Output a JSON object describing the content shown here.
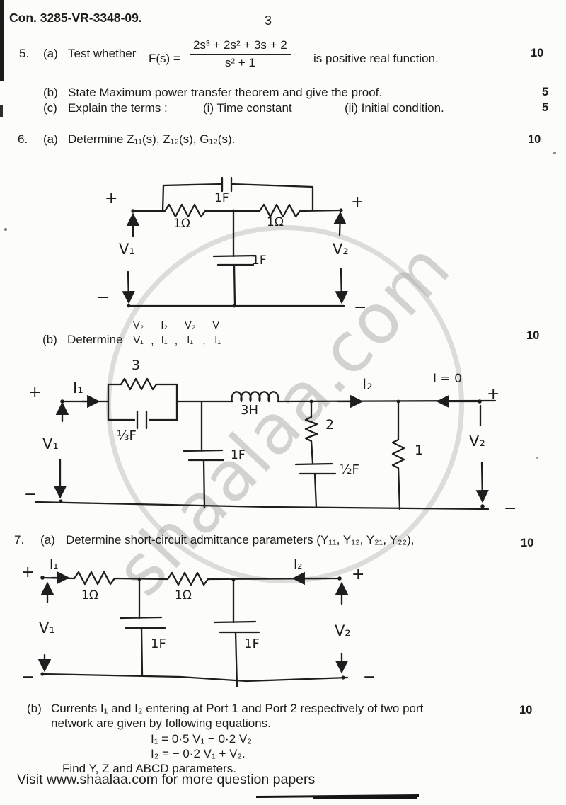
{
  "page": {
    "code": "Con. 3285-VR-3348-09.",
    "page_number": "3",
    "footer": "Visit www.shaalaa.com for more question papers",
    "watermark": "shaalaa.com"
  },
  "q5": {
    "number": "5.",
    "a": {
      "label": "(a)",
      "lead": "Test whether",
      "func": "F(s)  =",
      "num": "2s³ + 2s² + 3s + 2",
      "den": "s² + 1",
      "tail": "is positive real function.",
      "marks": "10"
    },
    "b": {
      "label": "(b)",
      "text": "State Maximum power transfer theorem and give the proof.",
      "marks": "5"
    },
    "c": {
      "label": "(c)",
      "text": "Explain the terms :",
      "item_i": "(i)  Time constant",
      "item_ii": "(ii)  Initial condition.",
      "marks": "5"
    }
  },
  "q6": {
    "number": "6.",
    "a": {
      "label": "(a)",
      "text": "Determine Z₁₁(s),  Z₁₂(s), G₁₂(s).",
      "marks": "10"
    },
    "b": {
      "label": "(b)",
      "text": "Determine",
      "comma": ",",
      "fractions": [
        {
          "num": "V₂",
          "den": "V₁"
        },
        {
          "num": "I₂",
          "den": "I₁"
        },
        {
          "num": "V₂",
          "den": "I₁"
        },
        {
          "num": "V₁",
          "den": "I₁"
        }
      ],
      "marks": "10"
    }
  },
  "q7": {
    "number": "7.",
    "a": {
      "label": "(a)",
      "text": "Determine short-circuit admittance parameters (Y₁₁, Y₁₂,  Y₂₁,  Y₂₂),",
      "marks": "10"
    },
    "b": {
      "label": "(b)",
      "line1": "Currents I₁ and I₂ entering at Port 1 and Port 2 respectively of two port",
      "line2": "network are given by following equations.",
      "eq1": "I₁ = 0·5 V₁ − 0·2 V₂",
      "eq2": "I₂ = − 0·2 V₁ + V₂.",
      "line3": "Find Y, Z and ABCD parameters.",
      "marks": "10"
    }
  },
  "circuit1": {
    "plus_left": "+",
    "minus_left": "−",
    "plus_right": "+",
    "minus_right": "−",
    "v1": "V₁",
    "v2": "V₂",
    "r_left": "1Ω",
    "r_right": "1Ω",
    "cap_bridge": "1F",
    "cap_shunt": "1F"
  },
  "circuit2": {
    "plus_left": "+",
    "minus_left": "−",
    "plus_right": "+",
    "minus_right": "−",
    "v1": "V₁",
    "v2": "V₂",
    "i1": "I₁",
    "i2": "I₂",
    "i_zero": "I = 0",
    "r_parallel": "3",
    "cap_parallel": "⅓F",
    "inductor": "3H",
    "cap_shunt": "1F",
    "r_series": "2",
    "cap_series": "½F",
    "r_shunt": "1"
  },
  "circuit3": {
    "plus_left": "+",
    "minus_left": "−",
    "plus_right": "+",
    "minus_right": "−",
    "v1": "V₁",
    "v2": "V₂",
    "i1": "I₁",
    "i2": "I₂",
    "r_left": "1Ω",
    "r_right": "1Ω",
    "cap_left": "1F",
    "cap_right": "1F"
  }
}
